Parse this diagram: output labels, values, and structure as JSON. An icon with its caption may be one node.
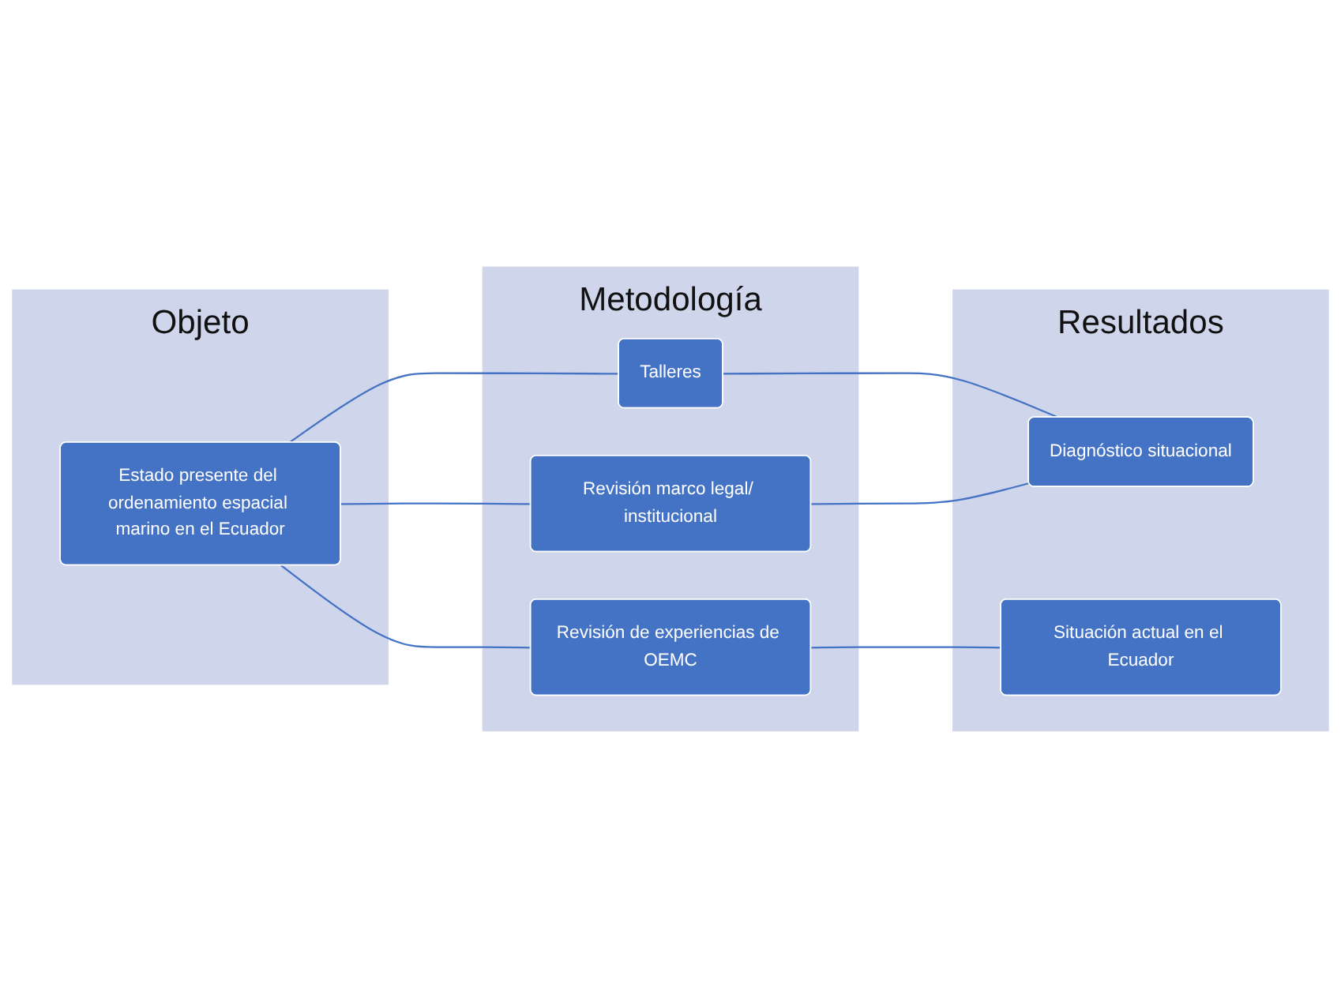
{
  "diagram": {
    "nodes": [
      {
        "text": [
          "Objeto"
        ]
      },
      {
        "text": [
          "Estado presente del ordenamiento espacial marino en el Ecuador"
        ],
        "in": 0
      },
      {
        "text": [
          "Metodología"
        ]
      },
      {
        "text": [
          "Talleres"
        ],
        "in": 2
      },
      {
        "text": [
          "Revisión marco legal/ institucional"
        ],
        "in": 2
      },
      {
        "text": [
          "Revisión de experiencias de OEMC"
        ],
        "in": 2
      },
      {
        "text": [
          "Resultados"
        ]
      },
      {
        "text": [
          "Diagnóstico situacional"
        ],
        "in": 6
      },
      {
        "text": [
          "Situación actual en el Ecuador"
        ],
        "in": 6
      }
    ],
    "edges": [
      {
        "from": 1,
        "to": 3,
        "arrow": "none"
      },
      {
        "from": 1,
        "to": 4,
        "arrow": "none"
      },
      {
        "from": 1,
        "to": 5,
        "arrow": "none"
      },
      {
        "from": 3,
        "to": 7,
        "arrow": "none"
      },
      {
        "from": 4,
        "to": 7,
        "arrow": "none"
      },
      {
        "from": 5,
        "to": 8,
        "arrow": "none"
      }
    ]
  }
}
